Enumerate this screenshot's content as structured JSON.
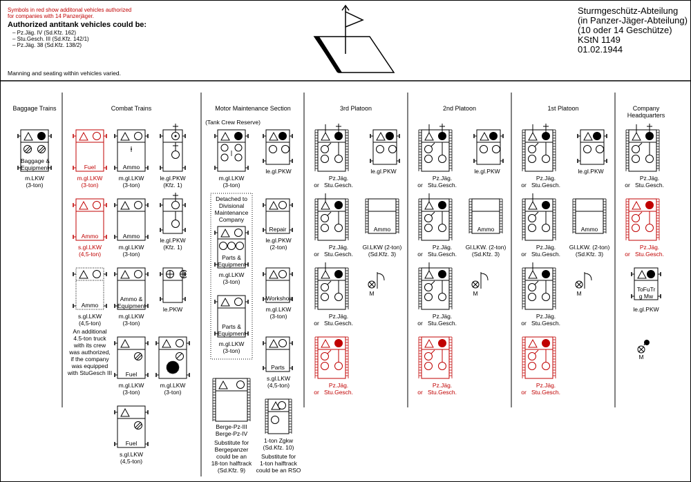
{
  "header": {
    "legend_red_line1": "Symbols in red show additonal vehicles authorized",
    "legend_red_line2": "for companies with 14 Panzerjäger.",
    "authorized_title": "Authorized antitank vehicles could be:",
    "authorized_items": [
      "– Pz.Jäg. IV (Sd.Kfz. 162)",
      "– Stu.Gesch. III (Sd.Kfz. 142/1)",
      "– Pz.Jäg. 38 (Sd.Kfz. 138/2)"
    ],
    "manning_note": "Manning and seating within vehicles varied.",
    "title_lines": [
      "Sturmgeschütz-Abteilung",
      "(in Panzer-Jäger-Abteilung)",
      "(10 oder 14 Geschütze)",
      "KStN 1149",
      "01.02.1944"
    ]
  },
  "columns": [
    "Baggage Trains",
    "Combat Trains",
    "Motor Maintenance Section",
    "3rd Platoon",
    "2nd Platoon",
    "1st Platoon",
    "Company Headquarters"
  ],
  "company_hq_line2": "Headquarters",
  "company_hq_line1": "Company",
  "labels": {
    "baggage_equipment": "Baggage &",
    "baggage_equipment2": "Equipment",
    "mlkw": "m.LKW",
    "three_ton": "(3-ton)",
    "fuel": "Fuel",
    "mgllkw": "m.gl.LKW",
    "ammo": "Ammo",
    "legl_pkw": "le.gl.PKW",
    "kfz1": "(Kfz. 1)",
    "sgllkw": "s.gl.LKW",
    "four_five_ton": "(4,5-ton)",
    "ammo_eq1": "Ammo &",
    "ammo_eq2": "Equipment",
    "lepkw": "le.PKW",
    "additional_note": [
      "An additional",
      "4.5-ton truck",
      "with its crew",
      "was authorized,",
      "if the company",
      "was equipped",
      "with StuGesch III"
    ],
    "tank_crew_reserve": "(Tank Crew Reserve)",
    "detached": [
      "Detached to",
      "Divisional",
      "Maintenance",
      "Company"
    ],
    "parts_eq1": "Parts &",
    "parts_eq2": "Equipment",
    "repair": "Repair",
    "two_ton": "(2-ton)",
    "workshop": "Workshop",
    "parts": "Parts",
    "berge1": "Berge-Pz-III",
    "berge2": "Berge-Pz-IV",
    "substitute_berge": [
      "Substitute for",
      "Bergepanzer",
      "could be an",
      "18-ton halftrack",
      "(Sd.Kfz. 9)"
    ],
    "zgkw1": "1-ton Zgkw",
    "zgkw2": "(Sd.Kfz. 10)",
    "substitute_zgkw": [
      "Substitute for",
      "1-ton halftrack",
      "could be an RSO"
    ],
    "pzjag": "Pz.Jäg.",
    "or": "or",
    "stugesch": "Stu.Gesch.",
    "glkw_ammo1": "Gl.LKW. (2-ton)",
    "glkw_ammo1b": "Gl.LKW (2-ton)",
    "sdkfz3": "(Sd.Kfz. 3)",
    "m": "M",
    "tofutr1": "ToFuTr",
    "tofutr2": "g Mw"
  },
  "colors": {
    "red": "#c00000",
    "black": "#000000"
  }
}
